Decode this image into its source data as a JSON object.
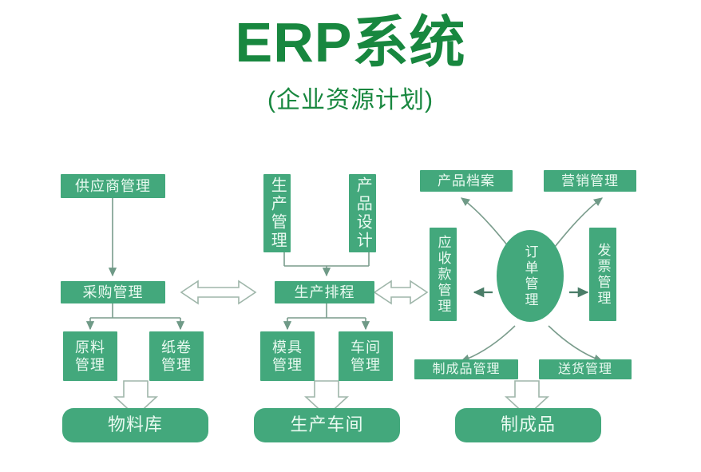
{
  "header": {
    "title": "ERP系统",
    "subtitle": "(企业资源计划)",
    "title_color": "#18873f"
  },
  "theme": {
    "node_fill": "#43a87c",
    "node_text": "#eafaf1",
    "line_color": "#7a9c8c",
    "hollow_arrow_fill": "#ffffff",
    "hollow_arrow_stroke": "#9fb6aa",
    "background": "#ffffff"
  },
  "nodes": {
    "supplier_mgmt": "供应商管理",
    "purchase_mgmt": "采购管理",
    "material_mgmt": "原料管理",
    "paper_roll_mgmt": "纸卷管理",
    "material_warehouse": "物料库",
    "production_mgmt": "生产管理",
    "product_design": "产品设计",
    "production_schedule": "生产排程",
    "mold_mgmt": "模具管理",
    "workshop_mgmt": "车间管理",
    "production_workshop": "生产车间",
    "product_archive": "产品档案",
    "marketing_mgmt": "营销管理",
    "receivables_mgmt": "应收款管理",
    "order_mgmt": "订单管理",
    "invoice_mgmt": "发票管理",
    "finished_goods_mgmt": "制成品管理",
    "delivery_mgmt": "送货管理",
    "finished_goods": "制成品"
  },
  "connectors": [
    {
      "name": "supplier-to-purchase",
      "type": "thin-arrow-down",
      "from": "supplier_mgmt",
      "to": "purchase_mgmt"
    },
    {
      "name": "purchase-to-material",
      "type": "thin-arrow-down-branch",
      "from": "purchase_mgmt",
      "to": "material_mgmt"
    },
    {
      "name": "purchase-to-paper-roll",
      "type": "thin-arrow-down-branch",
      "from": "purchase_mgmt",
      "to": "paper_roll_mgmt"
    },
    {
      "name": "materials-to-warehouse",
      "type": "block-arrow-down",
      "to": "material_warehouse"
    },
    {
      "name": "production-mgmt-to-schedule",
      "type": "thin-arrow-down-branch",
      "from": "production_mgmt",
      "to": "production_schedule"
    },
    {
      "name": "product-design-to-schedule",
      "type": "thin-arrow-down-branch",
      "from": "product_design",
      "to": "production_schedule"
    },
    {
      "name": "schedule-to-mold",
      "type": "thin-arrow-down-branch",
      "from": "production_schedule",
      "to": "mold_mgmt"
    },
    {
      "name": "schedule-to-workshop",
      "type": "thin-arrow-down-branch",
      "from": "production_schedule",
      "to": "workshop_mgmt"
    },
    {
      "name": "molds-to-production-workshop",
      "type": "block-arrow-down",
      "to": "production_workshop"
    },
    {
      "name": "purchase-schedule-link",
      "type": "block-arrow-double-horizontal",
      "from": "purchase_mgmt",
      "to": "production_schedule"
    },
    {
      "name": "schedule-receivables-link",
      "type": "block-arrow-double-horizontal",
      "from": "production_schedule",
      "to": "receivables_mgmt"
    },
    {
      "name": "order-to-receivables",
      "type": "thin-arrow-left",
      "from": "order_mgmt",
      "to": "receivables_mgmt"
    },
    {
      "name": "order-to-invoice",
      "type": "thin-arrow-right",
      "from": "order_mgmt",
      "to": "invoice_mgmt"
    },
    {
      "name": "order-to-product-archive",
      "type": "curved-arrow-up-left",
      "from": "order_mgmt",
      "to": "product_archive"
    },
    {
      "name": "order-to-marketing",
      "type": "curved-arrow-up-right",
      "from": "order_mgmt",
      "to": "marketing_mgmt"
    },
    {
      "name": "order-to-finished-goods-mgmt",
      "type": "curved-arrow-down-left",
      "from": "order_mgmt",
      "to": "finished_goods_mgmt"
    },
    {
      "name": "order-to-delivery",
      "type": "curved-arrow-down-right",
      "from": "order_mgmt",
      "to": "delivery_mgmt"
    },
    {
      "name": "finished-mgmt-to-finished-goods",
      "type": "block-arrow-down",
      "to": "finished_goods"
    }
  ]
}
